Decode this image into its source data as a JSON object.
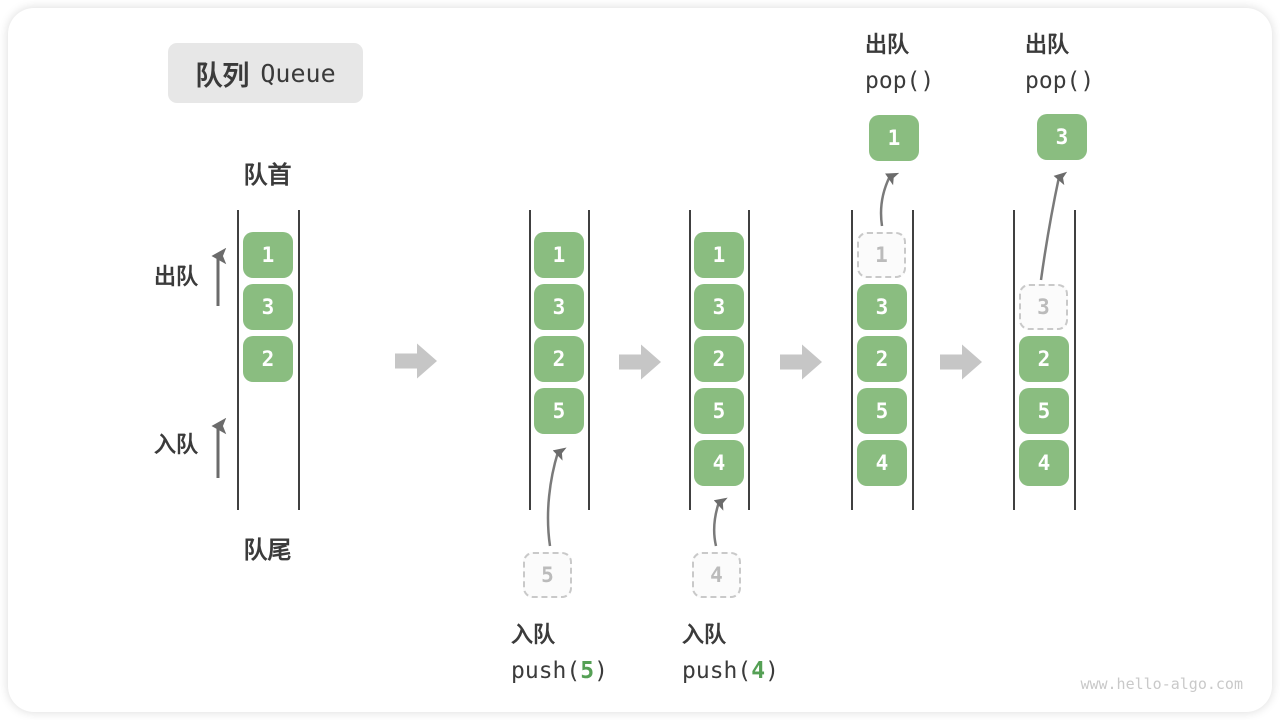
{
  "title": {
    "zh": "队列",
    "en": "Queue"
  },
  "labels": {
    "front": "队首",
    "rear": "队尾",
    "dequeue_side": "出队",
    "enqueue_side": "入队"
  },
  "queues": [
    {
      "cells": [
        "1",
        "3",
        "2"
      ]
    },
    {
      "cells": [
        "1",
        "3",
        "2",
        "5"
      ],
      "staging": "5"
    },
    {
      "cells": [
        "1",
        "3",
        "2",
        "5",
        "4"
      ],
      "staging": "4"
    },
    {
      "ghost": "1",
      "cells": [
        "3",
        "2",
        "5",
        "4"
      ],
      "popped": "1"
    },
    {
      "ghost": "3",
      "cells": [
        "2",
        "5",
        "4"
      ],
      "popped": "3"
    }
  ],
  "operations": {
    "push5": {
      "name": "入队",
      "code_prefix": "push(",
      "arg": "5",
      "code_suffix": ")"
    },
    "push4": {
      "name": "入队",
      "code_prefix": "push(",
      "arg": "4",
      "code_suffix": ")"
    },
    "pop1": {
      "name": "出队",
      "code": "pop()"
    },
    "pop2": {
      "name": "出队",
      "code": "pop()"
    }
  },
  "watermark": "www.hello-algo.com",
  "colors": {
    "box_green": "#8ABD80",
    "code_arg_green": "#55A055",
    "block_arrow_gray": "#C6C6C6",
    "channel_line": "#404040",
    "ghost_border": "#C9C9C9",
    "ghost_text": "#BBBBBB",
    "label_text": "#3B3B3B",
    "title_bg": "#E7E7E7",
    "watermark_gray": "#C9C9C9"
  }
}
